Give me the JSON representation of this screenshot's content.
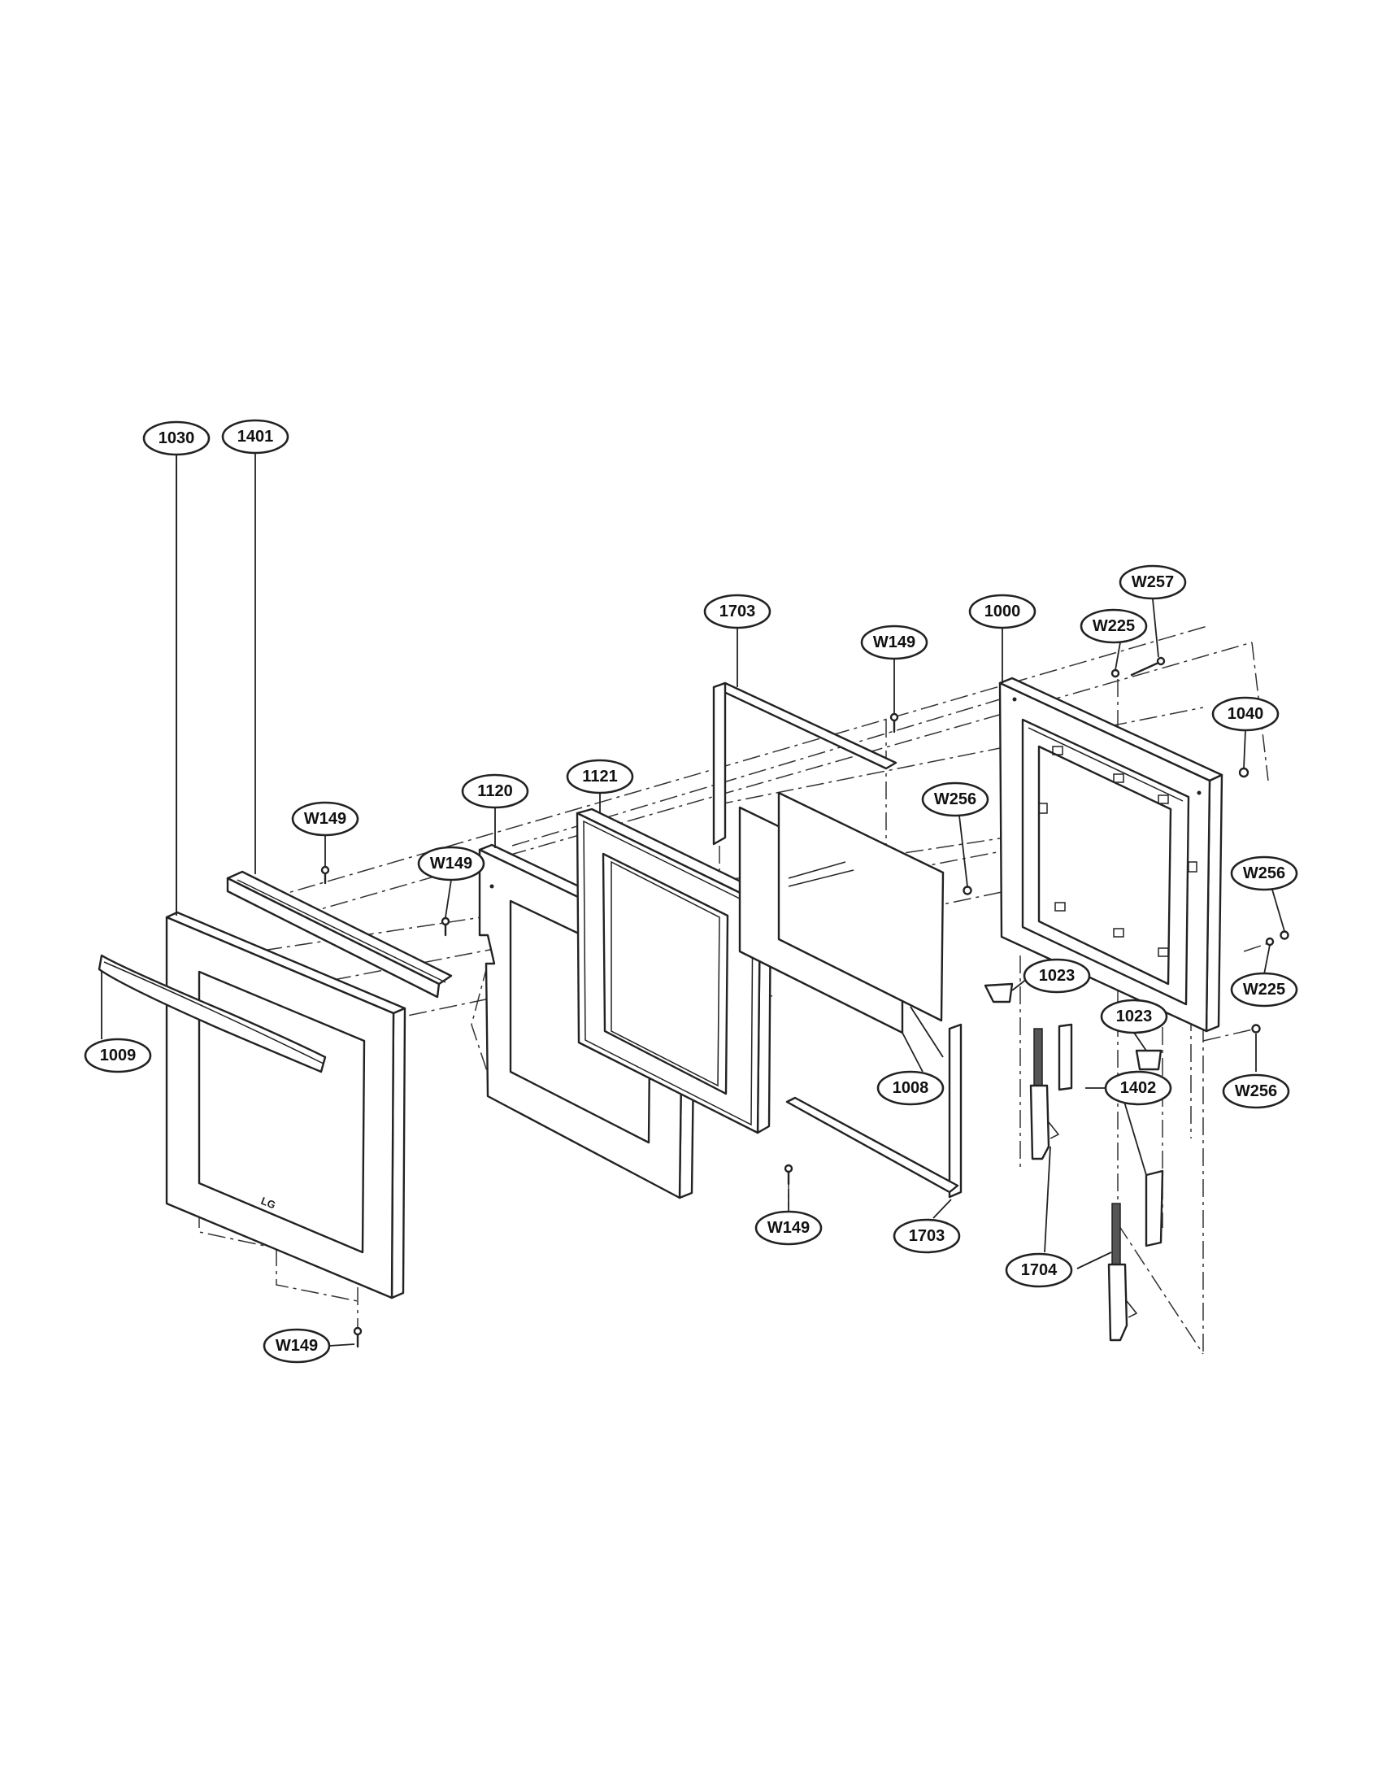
{
  "callouts": [
    {
      "id": "c-1703-top",
      "text": "1703"
    },
    {
      "id": "c-w149-top",
      "text": "W149"
    },
    {
      "id": "c-1000",
      "text": "1000"
    },
    {
      "id": "c-w225-top",
      "text": "W225"
    },
    {
      "id": "c-w257",
      "text": "W257"
    },
    {
      "id": "c-1040",
      "text": "1040"
    },
    {
      "id": "c-1120",
      "text": "1120"
    },
    {
      "id": "c-1121",
      "text": "1121"
    },
    {
      "id": "c-w256-mid",
      "text": "W256"
    },
    {
      "id": "c-w256-right",
      "text": "W256"
    },
    {
      "id": "c-w225-right",
      "text": "W225"
    },
    {
      "id": "c-1030",
      "text": "1030"
    },
    {
      "id": "c-1401",
      "text": "1401"
    },
    {
      "id": "c-w149-left",
      "text": "W149"
    },
    {
      "id": "c-w149-mid",
      "text": "W149"
    },
    {
      "id": "c-1023-a",
      "text": "1023"
    },
    {
      "id": "c-1023-b",
      "text": "1023"
    },
    {
      "id": "c-1009",
      "text": "1009"
    },
    {
      "id": "c-1008",
      "text": "1008"
    },
    {
      "id": "c-1402",
      "text": "1402"
    },
    {
      "id": "c-w256-low",
      "text": "W256"
    },
    {
      "id": "c-w149-bottom-mid",
      "text": "W149"
    },
    {
      "id": "c-1703-bottom",
      "text": "1703"
    },
    {
      "id": "c-1704",
      "text": "1704"
    },
    {
      "id": "c-w149-bottom-left",
      "text": "W149"
    }
  ],
  "door_logo": "LG",
  "colors": {
    "line": "#222222",
    "background": "#ffffff"
  }
}
